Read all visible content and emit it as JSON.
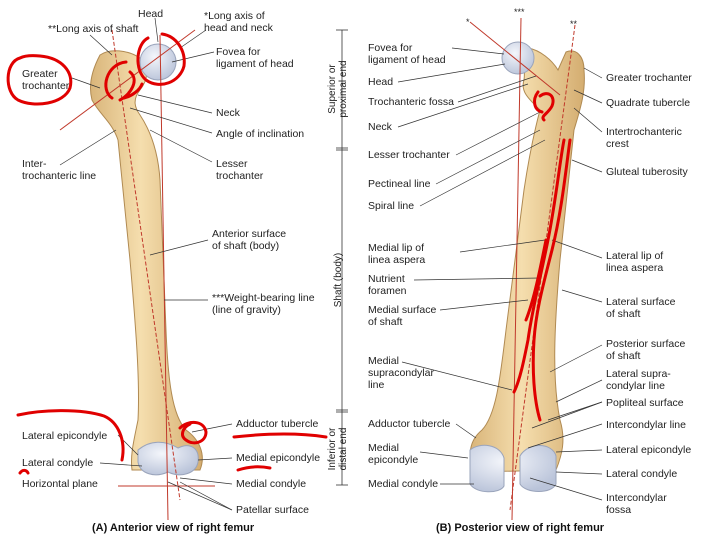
{
  "colors": {
    "bone": "#f2d8a2",
    "bone_shade": "#d9b57a",
    "cartilage": "#cfd6e6",
    "leader": "#333333",
    "axis_line": "#c0392b",
    "annotation": "#e00000"
  },
  "panel_a": {
    "caption": "(A) Anterior view of right femur",
    "labels": {
      "head": "Head",
      "long_axis_shaft": "**Long axis of shaft",
      "long_axis_head_neck": "*Long axis of\nhead and neck",
      "fovea": "Fovea for\nligament of head",
      "greater_trochanter": "Greater\ntrochanter",
      "neck": "Neck",
      "angle_inclination": "Angle of inclination",
      "lesser_trochanter": "Lesser\ntrochanter",
      "intertrochanteric_line": "Inter-\ntrochanteric line",
      "anterior_surface": "Anterior surface\nof shaft (body)",
      "weight_bearing": "***Weight-bearing line\n(line of gravity)",
      "lateral_epicondyle": "Lateral epicondyle",
      "adductor_tubercle": "Adductor tubercle",
      "medial_epicondyle": "Medial epicondyle",
      "lateral_condyle": "Lateral condyle",
      "horizontal_plane": "Horizontal plane",
      "medial_condyle": "Medial condyle",
      "patellar_surface": "Patellar surface"
    }
  },
  "regions": {
    "proximal": "Superior or\nproximal end",
    "shaft": "Shaft (body)",
    "distal": "Inferior or\ndistal end"
  },
  "panel_b": {
    "caption": "(B) Posterior view of right femur",
    "markers": {
      "single": "*",
      "triple": "***",
      "double": "**"
    },
    "labels": {
      "fovea": "Fovea for\nligament of head",
      "head": "Head",
      "trochanteric_fossa": "Trochanteric fossa",
      "neck": "Neck",
      "lesser_trochanter": "Lesser trochanter",
      "pectineal_line": "Pectineal line",
      "spiral_line": "Spiral line",
      "medial_lip": "Medial lip of\nlinea aspera",
      "nutrient_foramen": "Nutrient\nforamen",
      "medial_surface": "Medial surface\nof shaft",
      "medial_supracondylar": "Medial\nsupracondylar\nline",
      "adductor_tubercle": "Adductor tubercle",
      "medial_epicondyle": "Medial\nepicondyle",
      "medial_condyle": "Medial condyle",
      "greater_trochanter": "Greater trochanter",
      "quadrate_tubercle": "Quadrate tubercle",
      "intertrochanteric_crest": "Intertrochanteric\ncrest",
      "gluteal_tuberosity": "Gluteal tuberosity",
      "lateral_lip": "Lateral lip of\nlinea aspera",
      "lateral_surface": "Lateral surface\nof shaft",
      "posterior_surface": "Posterior surface\nof shaft",
      "lateral_supracondylar": "Lateral supra-\ncondylar line",
      "popliteal_surface": "Popliteal surface",
      "intercondylar_line": "Intercondylar line",
      "lateral_epicondyle": "Lateral epicondyle",
      "lateral_condyle": "Lateral condyle",
      "intercondylar_fossa": "Intercondylar\nfossa"
    }
  }
}
